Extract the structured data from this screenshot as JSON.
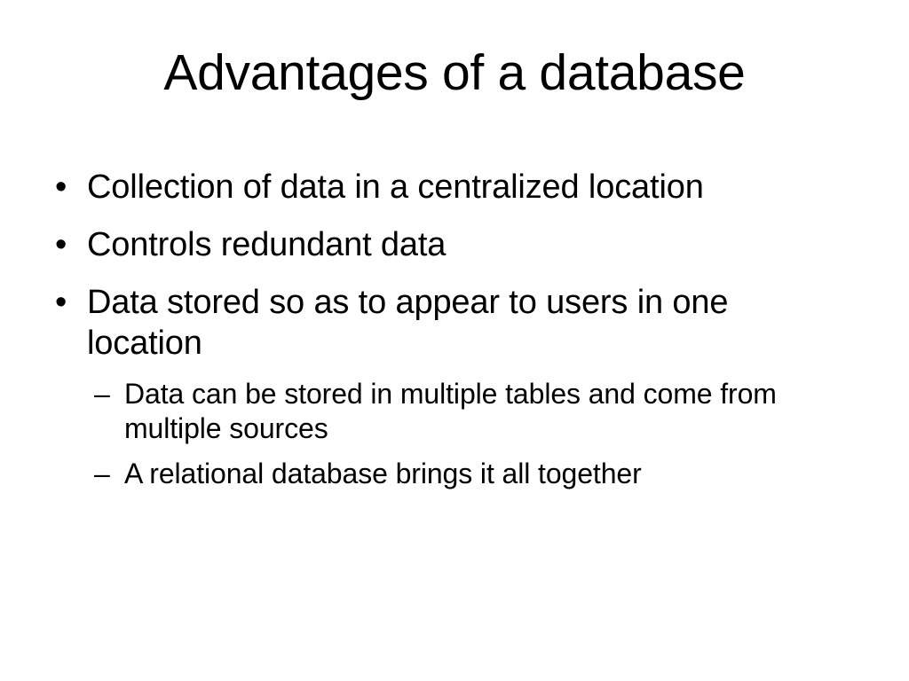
{
  "slide": {
    "title": "Advantages of a database",
    "background_color": "#ffffff",
    "text_color": "#000000",
    "bullet_marker": "•",
    "sub_bullet_marker": "–",
    "bullets": [
      {
        "level": 1,
        "marker": "•",
        "text": "Collection of data in a centralized location",
        "children": []
      },
      {
        "level": 1,
        "marker": "•",
        "text": "Controls redundant data",
        "children": []
      },
      {
        "level": 1,
        "marker": "•",
        "text": "Data stored so as to appear to users in one location",
        "children": [
          {
            "level": 2,
            "marker": "–",
            "text": "Data can be stored in multiple tables and come from multiple sources"
          },
          {
            "level": 2,
            "marker": "–",
            "text": "A relational database brings it all together"
          }
        ]
      }
    ]
  }
}
